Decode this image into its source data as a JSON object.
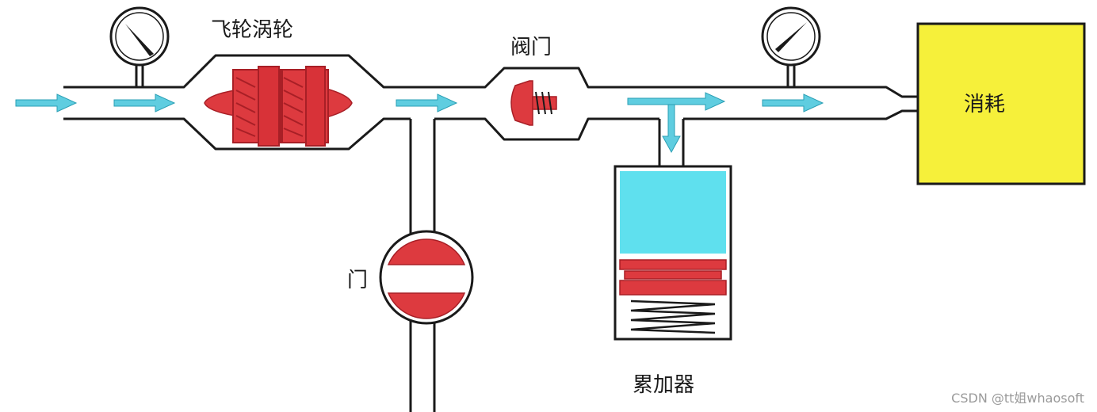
{
  "labels": {
    "turbine": "飞轮涡轮",
    "valve": "阀门",
    "gate": "门",
    "consumer": "消耗",
    "accumulator": "累加器",
    "watermark": "CSDN @tt姐whaosoft"
  },
  "colors": {
    "outline": "#1a1a1a",
    "arrow": "#5fcde0",
    "red": "#dd3a3f",
    "red_dark": "#a81f26",
    "cyan_fluid": "#5fe0ee",
    "consumer_fill": "#f6f03a",
    "watermark": "#9a9a9a"
  },
  "icons": [
    "pressure-gauge-icon",
    "flow-arrow-icon",
    "turbine-icon",
    "valve-icon",
    "gate-valve-icon",
    "spring-icon"
  ]
}
